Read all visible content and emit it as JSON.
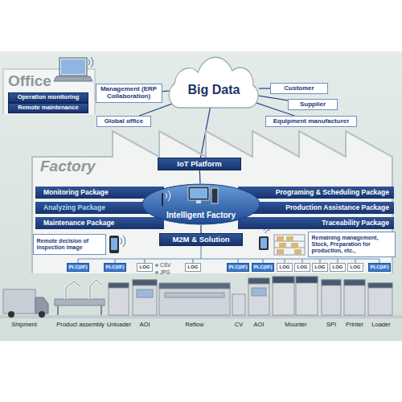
{
  "diagram": {
    "nodes": [
      {
        "text": [
          "Office"
        ]
      },
      {
        "text": [
          "Operation monitoring"
        ],
        "in": 0
      },
      {
        "text": [
          "Remote maintenance"
        ],
        "in": 0
      },
      {
        "text": [
          "Big Data"
        ]
      },
      {
        "text": [
          "Management (ERP Collaboration)"
        ]
      },
      {
        "text": [
          "Global office"
        ]
      },
      {
        "text": [
          "Customer"
        ]
      },
      {
        "text": [
          "Supplier"
        ]
      },
      {
        "text": [
          "Equipment manufacturer"
        ]
      },
      {
        "text": [
          "Factory"
        ]
      },
      {
        "text": [
          "IoT Platform"
        ],
        "in": 9
      },
      {
        "text": [
          "Monitoring Package"
        ],
        "in": 9
      },
      {
        "text": [
          "Analyzing Package"
        ],
        "in": 9
      },
      {
        "text": [
          "Maintenance Package"
        ],
        "in": 9
      },
      {
        "text": [
          "Intelligent Factory"
        ],
        "in": 9
      },
      {
        "text": [
          "Programing & Scheduling Package"
        ],
        "in": 9
      },
      {
        "text": [
          "Production Assistance Package"
        ],
        "in": 9
      },
      {
        "text": [
          "Traceability Package"
        ],
        "in": 9
      },
      {
        "text": [
          "M2M & Solution"
        ],
        "in": 9
      },
      {
        "text": [
          "Remote decision of inspection image"
        ],
        "in": 9
      },
      {
        "text": [
          "Remaining management, Stock, Preparation for production, etc.,"
        ],
        "in": 9
      },
      {
        "text": [
          "PLC(I/F)"
        ],
        "in": 9
      },
      {
        "text": [
          "PLC(I/F)"
        ],
        "in": 9
      },
      {
        "text": [
          "LOG"
        ],
        "in": 9
      },
      {
        "text": [
          "LOG"
        ],
        "in": 9
      },
      {
        "text": [
          "PLC(I/F)"
        ],
        "in": 9
      },
      {
        "text": [
          "PLC(I/F)"
        ],
        "in": 9
      },
      {
        "text": [
          "LOG"
        ],
        "in": 9
      },
      {
        "text": [
          "LOG"
        ],
        "in": 9
      },
      {
        "text": [
          "LOG"
        ],
        "in": 9
      },
      {
        "text": [
          "LOG"
        ],
        "in": 9
      },
      {
        "text": [
          "LOG"
        ],
        "in": 9
      },
      {
        "text": [
          "PLC(I/F)"
        ],
        "in": 9
      }
    ],
    "edges": [
      {
        "from": 4,
        "to": 3,
        "arrow": "none"
      },
      {
        "from": 5,
        "to": 3,
        "arrow": "none"
      },
      {
        "from": 3,
        "to": 6,
        "arrow": "none"
      },
      {
        "from": 3,
        "to": 7,
        "arrow": "none"
      },
      {
        "from": 3,
        "to": 8,
        "arrow": "none"
      },
      {
        "from": 3,
        "to": 10,
        "arrow": "none"
      },
      {
        "from": 10,
        "to": 14,
        "arrow": "none"
      },
      {
        "from": 14,
        "to": 18,
        "arrow": "none"
      }
    ],
    "labels": [
      "Shipment",
      "Product assembly",
      "Unloader",
      "AOI",
      "Reflow",
      "CV",
      "AOI",
      "Mounter",
      "SPI",
      "Printer",
      "Loader",
      "CSV",
      "JPG"
    ]
  }
}
